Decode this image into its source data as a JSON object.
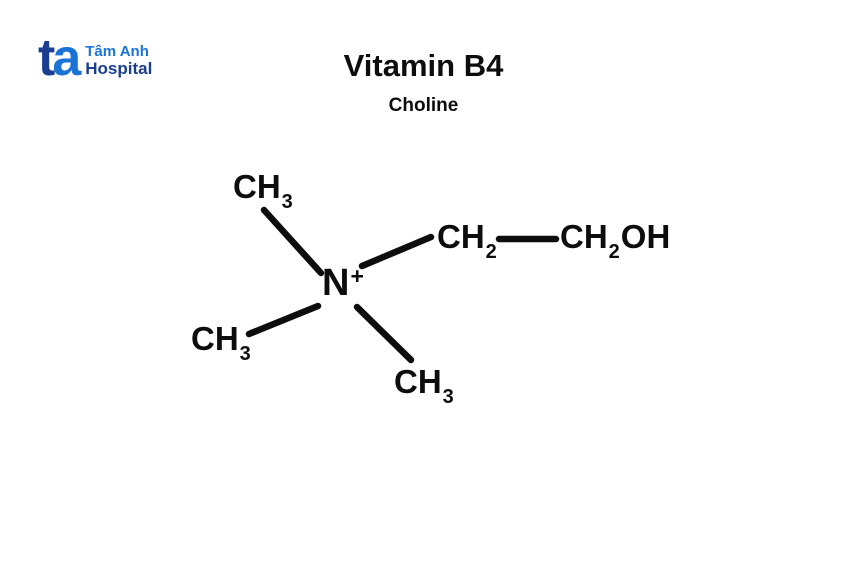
{
  "page": {
    "background_color": "#ffffff",
    "ink_color": "#0d0d0d"
  },
  "brand": {
    "mark_t": "t",
    "mark_a": "a",
    "name_line1": "Tâm Anh",
    "name_line2": "Hospital",
    "dark_blue": "#1b3e91",
    "bright_blue": "#1a73d6"
  },
  "header": {
    "title": "Vitamin B4",
    "subtitle": "Choline"
  },
  "molecule": {
    "nitrogen": {
      "symbol": "N",
      "charge": "+"
    },
    "groups": {
      "methyl_top": {
        "main": "CH",
        "sub": "3"
      },
      "methyl_left": {
        "main": "CH",
        "sub": "3"
      },
      "methyl_bottom": {
        "main": "CH",
        "sub": "3"
      },
      "ch2": {
        "main": "CH",
        "sub": "2"
      },
      "ch2oh": {
        "main": "CH",
        "sub": "2",
        "tail": "OH"
      }
    }
  }
}
